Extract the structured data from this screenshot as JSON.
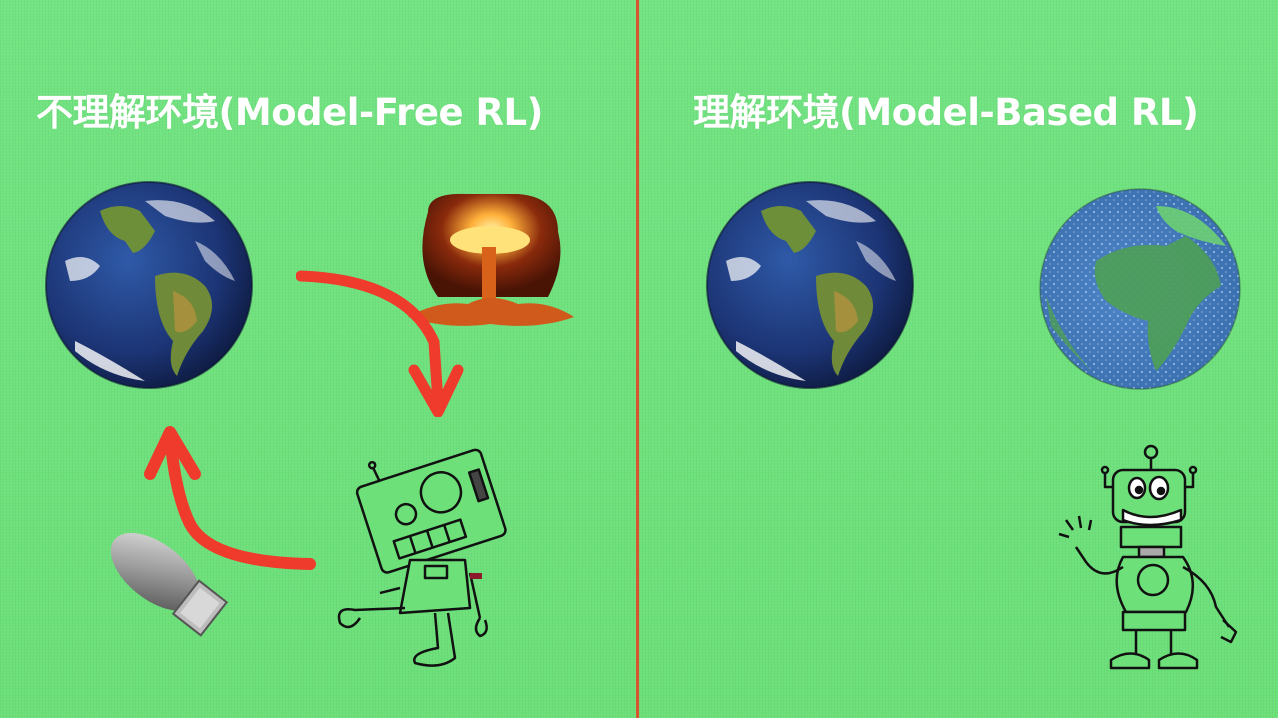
{
  "colors": {
    "background": "#6de07a",
    "divider": "#d9552f",
    "arrow": "#ef3b2c",
    "title_text": "#ffffff"
  },
  "left_panel": {
    "title": "不理解环境(Model-Free RL)",
    "items": [
      {
        "name": "earth-globe",
        "icon": "earth-icon"
      },
      {
        "name": "nuclear-explosion",
        "icon": "mushroom-cloud-icon"
      },
      {
        "name": "arrow-earth-to-robot",
        "icon": "curved-arrow-down-icon"
      },
      {
        "name": "robot-agent-kicking",
        "icon": "robot-icon"
      },
      {
        "name": "arrow-bomb-to-earth",
        "icon": "curved-arrow-up-icon"
      },
      {
        "name": "atomic-bomb",
        "icon": "bomb-icon"
      }
    ]
  },
  "right_panel": {
    "title": "理解环境(Model-Based RL)",
    "items": [
      {
        "name": "earth-globe-real",
        "icon": "earth-icon"
      },
      {
        "name": "earth-globe-model",
        "icon": "virtual-earth-icon"
      },
      {
        "name": "robot-agent-waving",
        "icon": "robot-icon"
      }
    ]
  }
}
